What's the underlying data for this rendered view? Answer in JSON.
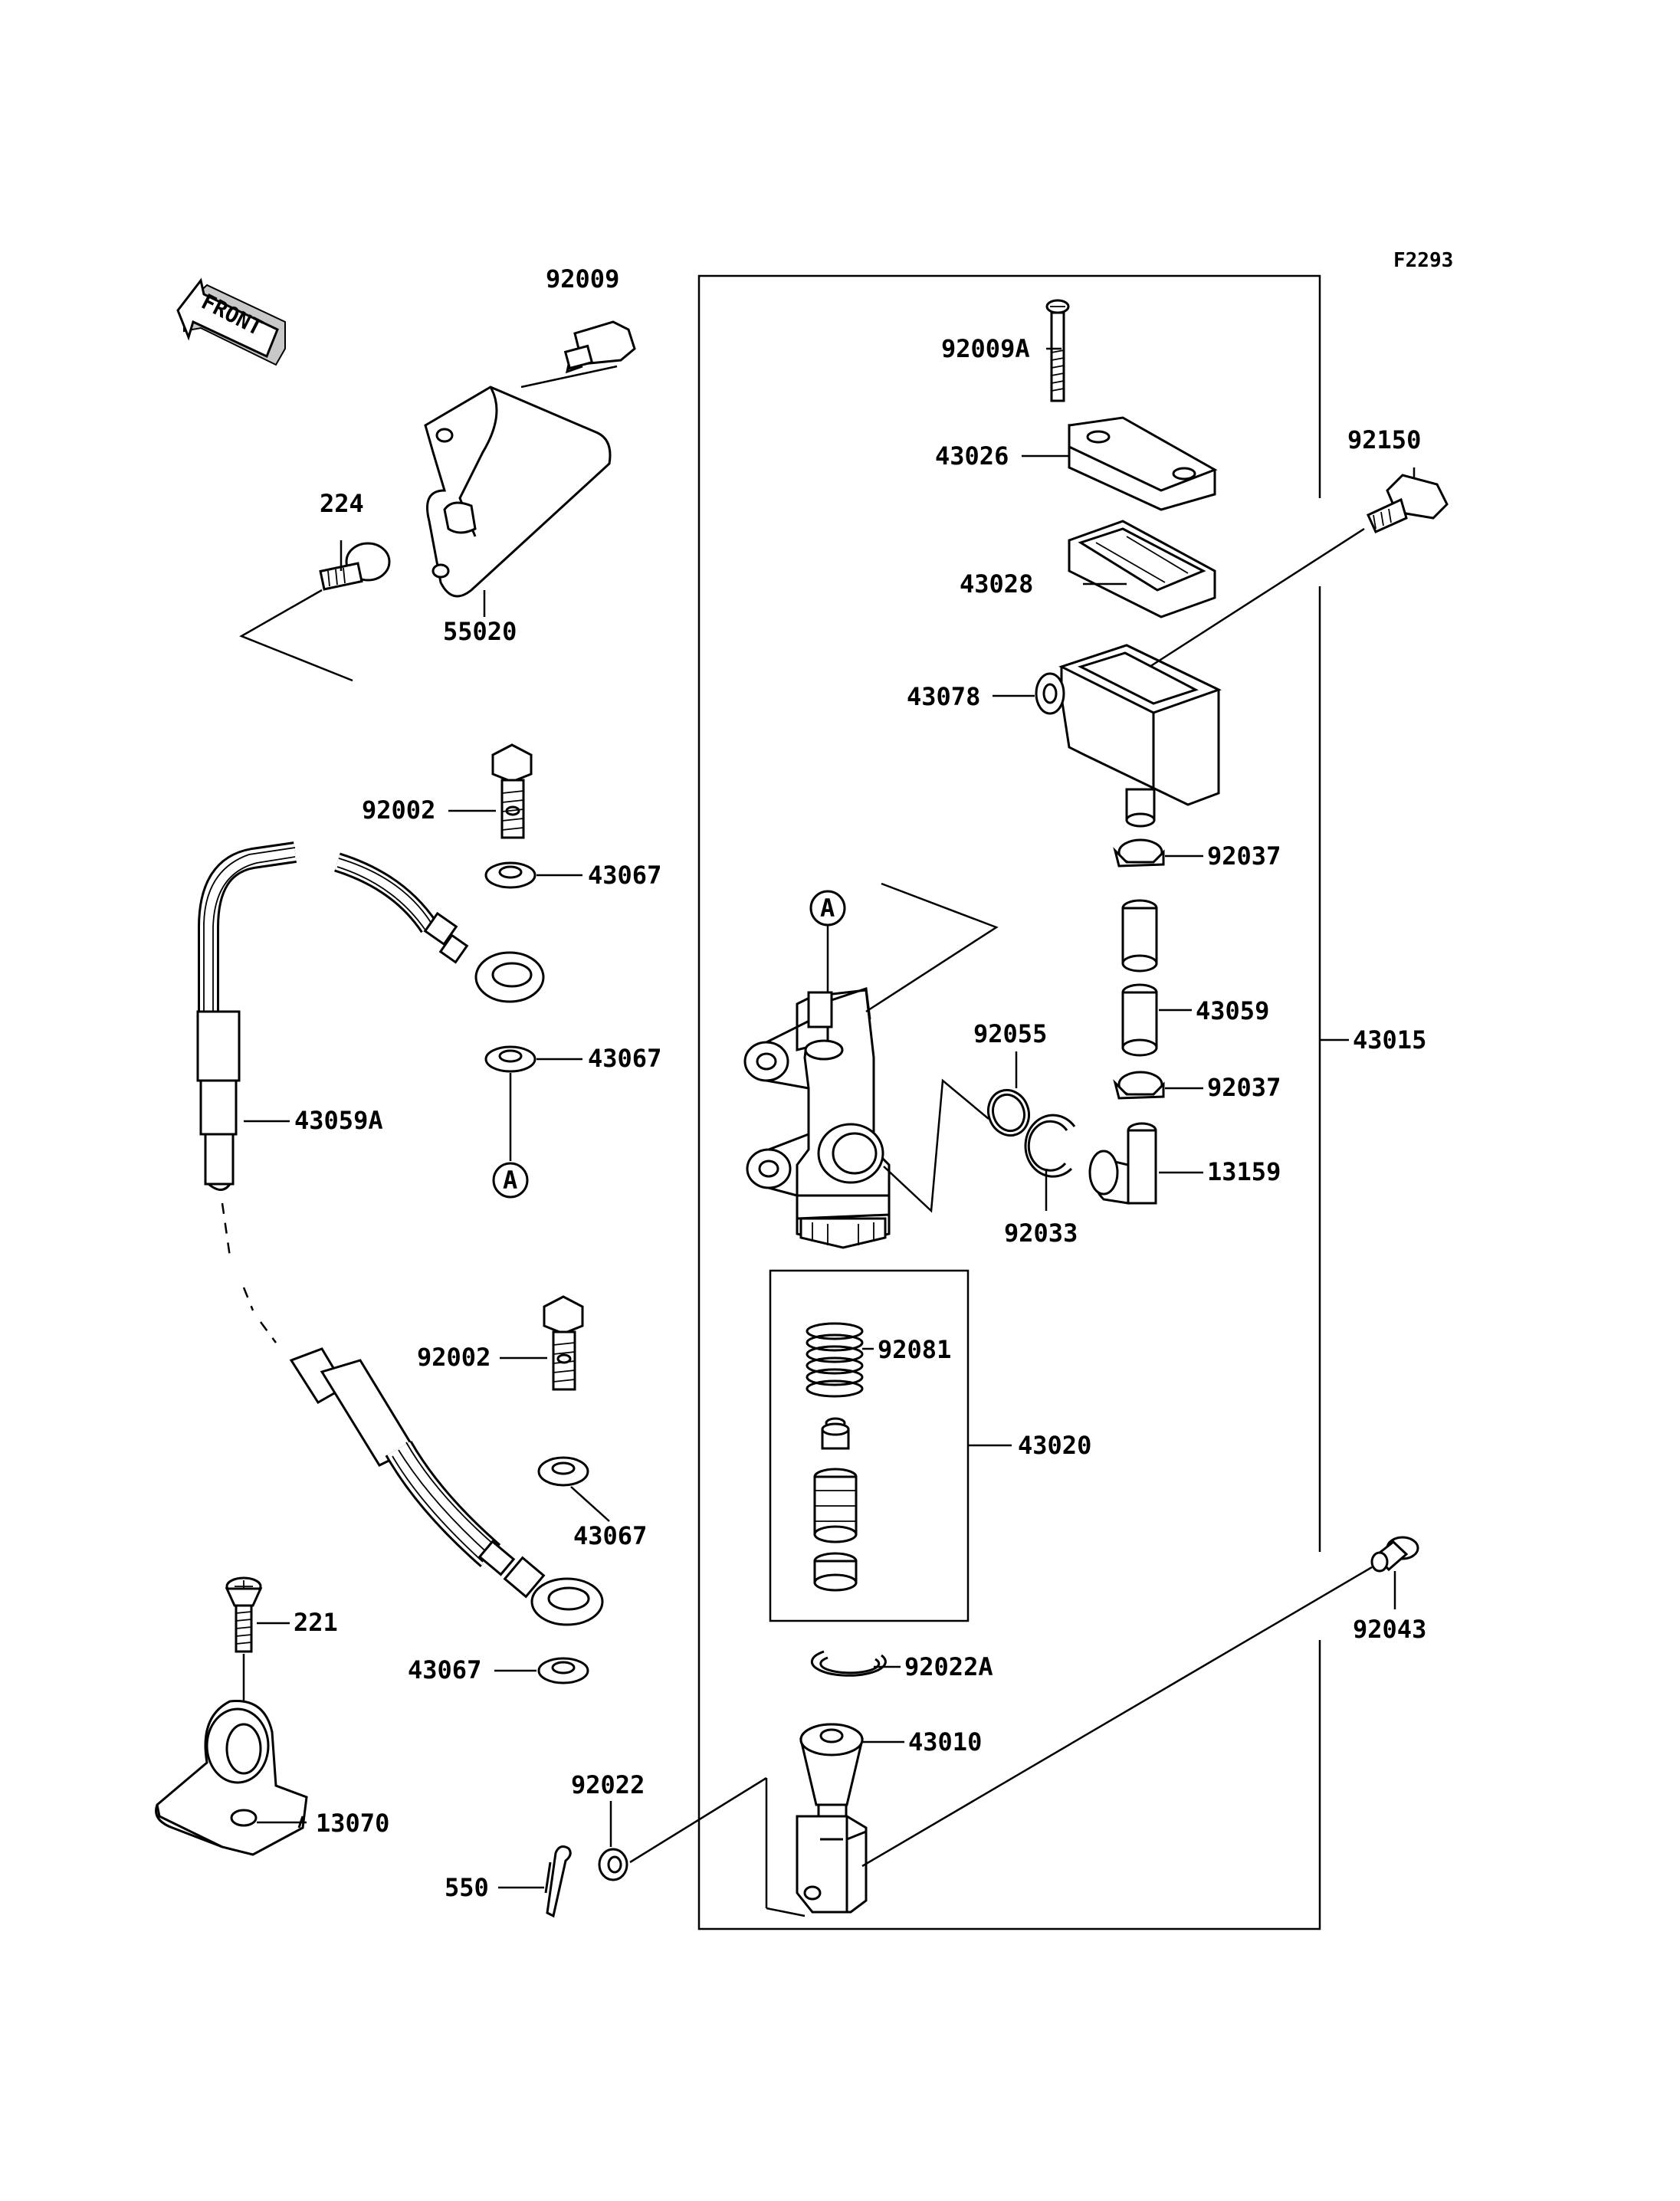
{
  "diagram": {
    "figure_code": "F2293",
    "front_label": "FRONT",
    "ref_a": "A",
    "parts": {
      "p92009": "92009",
      "p224": "224",
      "p55020": "55020",
      "p92002_top": "92002",
      "p43067_a": "43067",
      "p43067_b": "43067",
      "p43059A": "43059A",
      "p92002_bottom": "92002",
      "p43067_c": "43067",
      "p43067_d": "43067",
      "p221": "221",
      "p13070": "13070",
      "p550": "550",
      "p92022": "92022",
      "p92009A": "92009A",
      "p43026": "43026",
      "p43028": "43028",
      "p43078": "43078",
      "p92150": "92150",
      "p92037_a": "92037",
      "p43059": "43059",
      "p92037_b": "92037",
      "p13159": "13159",
      "p43015": "43015",
      "p92055": "92055",
      "p92033": "92033",
      "p92081": "92081",
      "p43020": "43020",
      "p92022A": "92022A",
      "p43010": "43010",
      "p92043": "92043"
    }
  }
}
